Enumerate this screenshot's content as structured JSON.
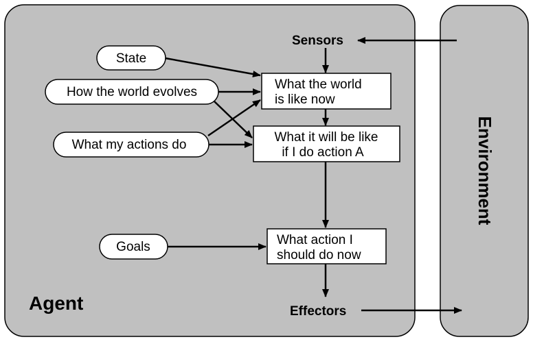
{
  "agent": {
    "label": "Agent"
  },
  "environment": {
    "label": "Environment"
  },
  "sensors": {
    "label": "Sensors"
  },
  "effectors": {
    "label": "Effectors"
  },
  "ovals": {
    "state": "State",
    "world_evolves": "How the world evolves",
    "my_actions": "What my actions do",
    "goals": "Goals"
  },
  "boxes": {
    "world_now": [
      "What the world",
      "is like now"
    ],
    "will_be": [
      "What it will be like",
      "if I do action A"
    ],
    "action_now": [
      "What action I",
      "should do now"
    ]
  },
  "colors": {
    "panel": "#c0c0c0",
    "stroke": "#000000",
    "box_fill": "#ffffff"
  }
}
